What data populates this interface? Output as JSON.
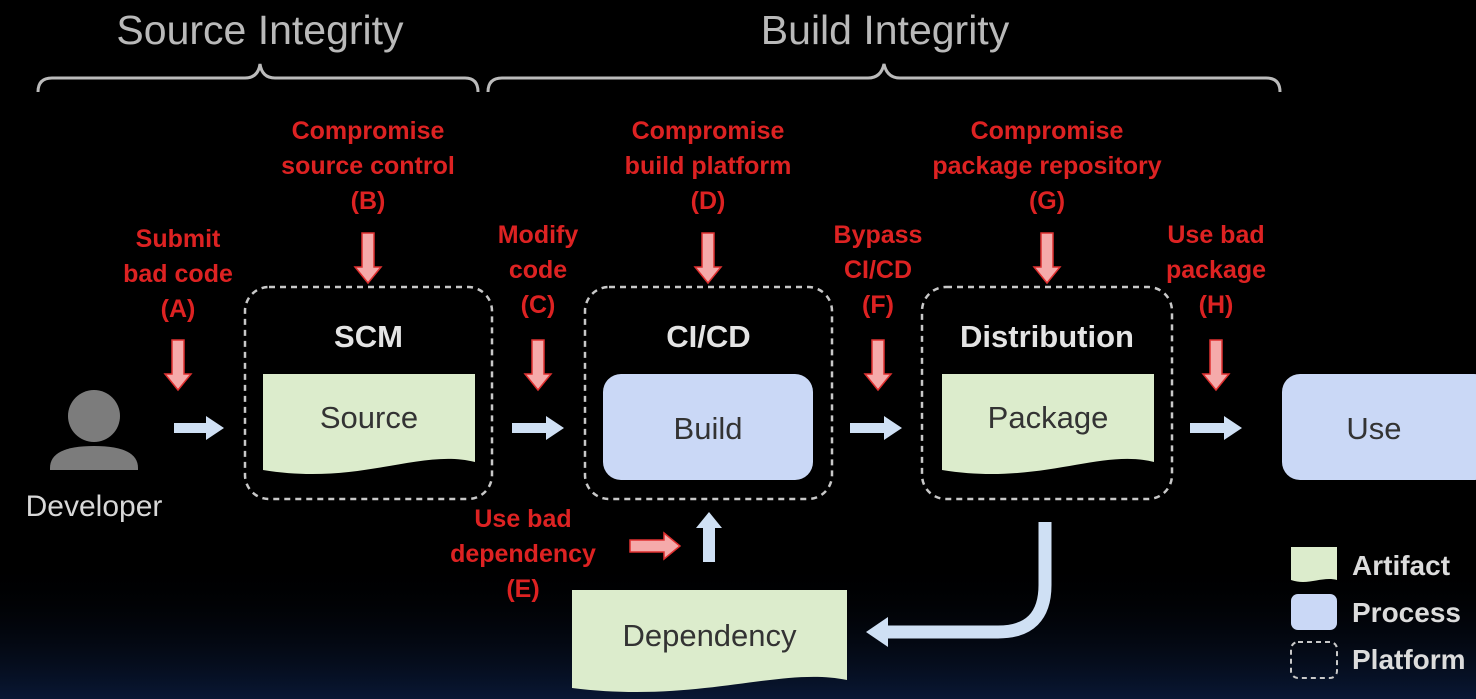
{
  "sections": {
    "source_integrity": "Source Integrity",
    "build_integrity": "Build Integrity"
  },
  "threats": {
    "a": "Submit\nbad code\n(A)",
    "b": "Compromise\nsource control\n(B)",
    "c": "Modify\ncode\n(C)",
    "d": "Compromise\nbuild platform\n(D)",
    "e": "Use bad\ndependency\n(E)",
    "f": "Bypass\nCI/CD\n(F)",
    "g": "Compromise\npackage repository\n(G)",
    "h": "Use bad\npackage\n(H)"
  },
  "platforms": {
    "scm": "SCM",
    "cicd": "CI/CD",
    "distribution": "Distribution"
  },
  "nodes": {
    "developer": "Developer",
    "source": "Source",
    "build": "Build",
    "package": "Package",
    "use": "Use",
    "dependency": "Dependency"
  },
  "legend": {
    "artifact": "Artifact",
    "process": "Process",
    "platform": "Platform"
  },
  "colors": {
    "artifact": "#dceccc",
    "process": "#cad8f6",
    "threat": "#dd2222",
    "threat_arrow": "#f5aaaa",
    "flow_arrow": "#cfe0f4"
  }
}
